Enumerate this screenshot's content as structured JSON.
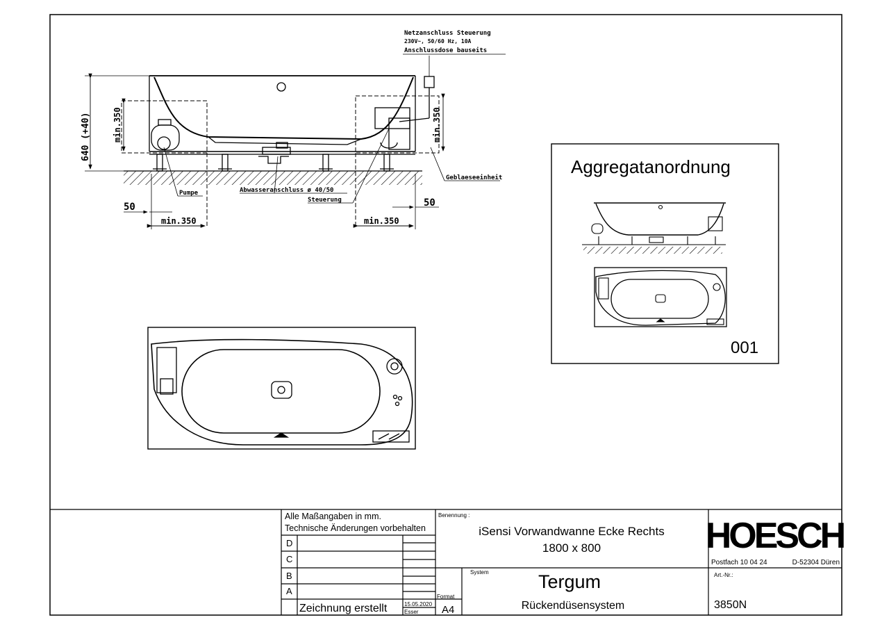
{
  "drawing": {
    "supply_note": {
      "line1": "Netzanschluss Steuerung",
      "line2": "230V~, 50/60 Hz, 10A",
      "line3": "Anschlussdose bauseits"
    },
    "dims": {
      "height_total": "640 (+40)",
      "min350_left_vertical": "min.350",
      "min350_right_vertical": "min.350",
      "left_50": "50",
      "right_50": "50",
      "left_min350": "min.350",
      "right_min350": "min.350"
    },
    "labels": {
      "pumpe": "Pumpe",
      "abwasser": "Abwasseranschluss ø 40/50",
      "steuerung": "Steuerung",
      "geblaese": "Geblaeseeinheit"
    },
    "inset": {
      "title": "Aggregatanordnung",
      "number": "001"
    }
  },
  "title_block": {
    "note1": "Alle Maßangaben in mm.",
    "note2": "Technische Änderungen vorbehalten",
    "revisions": [
      "D",
      "C",
      "B",
      "A"
    ],
    "created_label": "Zeichnung erstellt",
    "created_date": "15.05.2020",
    "created_by": "Esser",
    "format_label": "Format",
    "format_value": "A4",
    "benennung_label": "Benennung :",
    "product_name": "iSensi Vorwandwanne Ecke Rechts",
    "product_size": "1800 x 800",
    "system_label": "System",
    "system_name": "Tergum",
    "system_sub": "Rückendüsensystem",
    "brand": "HOESCH",
    "address_po": "Postfach 10 04 24",
    "address_city": "D-52304 Düren",
    "art_label": "Art.-Nr.:",
    "art_value": "3850N"
  }
}
